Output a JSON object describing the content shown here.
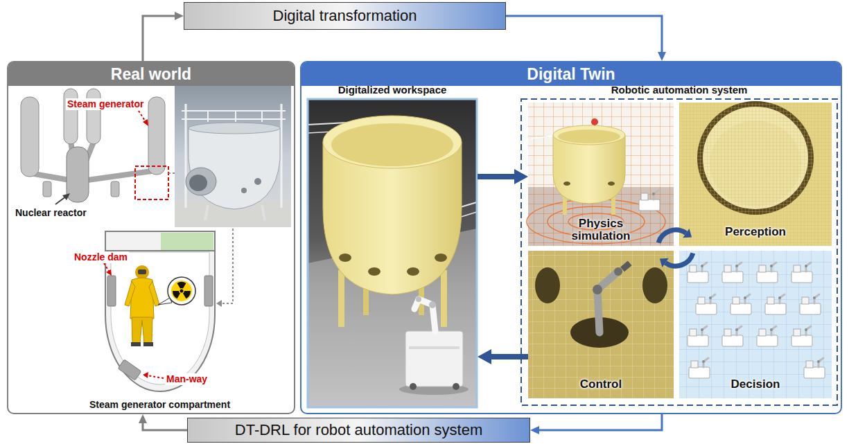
{
  "diagram": {
    "nodes": [
      {
        "text": [
          "Digital transformation"
        ]
      },
      {
        "text": [
          "Real world"
        ]
      },
      {
        "text": [
          "Digital Twin"
        ]
      },
      {
        "text": [
          "Digitalized workspace"
        ],
        "in": 2
      },
      {
        "text": [
          "Robotic automation system"
        ],
        "in": 2
      },
      {
        "text": [
          "Physics simulation"
        ],
        "in": 4
      },
      {
        "text": [
          "Perception"
        ],
        "in": 4
      },
      {
        "text": [
          "Control"
        ],
        "in": 4
      },
      {
        "text": [
          "Decision"
        ],
        "in": 4
      },
      {
        "text": [
          "DT-DRL for robot automation system"
        ]
      }
    ],
    "edges": [
      {
        "from": 1,
        "to": 0,
        "arrow": "to"
      },
      {
        "from": 0,
        "to": 2,
        "arrow": "to"
      },
      {
        "from": 2,
        "to": 9,
        "arrow": "to"
      },
      {
        "from": 9,
        "to": 1,
        "arrow": "to"
      },
      {
        "from": 3,
        "to": 5,
        "arrow": "to"
      },
      {
        "from": 7,
        "to": 3,
        "arrow": "to"
      }
    ],
    "labels": [
      "Steam generator",
      "Nuclear reactor",
      "Nozzle dam",
      "Man-way",
      "Steam generator compartment"
    ]
  }
}
